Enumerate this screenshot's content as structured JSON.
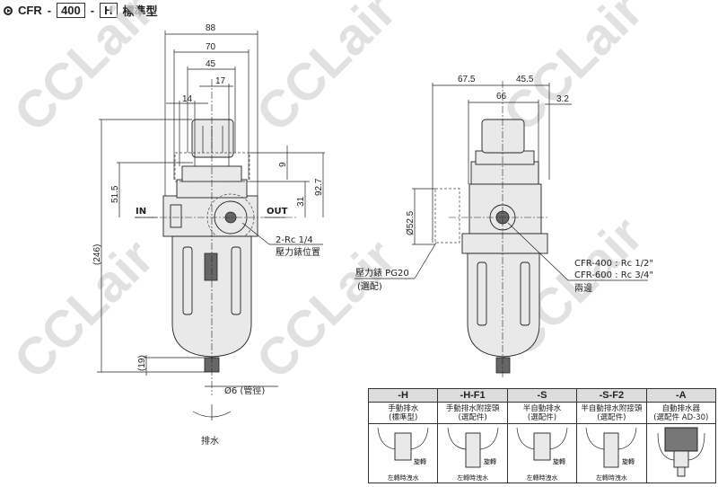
{
  "title": {
    "prefix": "CFR",
    "model": "400",
    "type": "H",
    "type_name": "標準型",
    "sep": "-"
  },
  "watermark": "CCLair",
  "front_view": {
    "dims": {
      "w88": "88",
      "w70": "70",
      "w45": "45",
      "w17": "17",
      "w14": "14",
      "h9": "9",
      "h92_7": "92.7",
      "h31": "31",
      "h51_5": "51.5",
      "h246": "(246)",
      "h19": "(19)"
    },
    "in_label": "IN",
    "out_label": "OUT",
    "port_label": "2-Rc 1/4",
    "gauge_pos_label": "壓力錶位置",
    "tube_label": "Ø6 (管徑)",
    "drain_label": "排水"
  },
  "side_view": {
    "dims": {
      "w67_5": "67.5",
      "w45_5": "45.5",
      "w66": "66",
      "w3_2": "3.2",
      "d52_5": "Ø52.5"
    },
    "gauge_label": "壓力錶 PG20",
    "gauge_note": "(選配)",
    "port_400": "CFR-400 : Rc 1/2\"",
    "port_600": "CFR-600 : Rc 3/4\"",
    "port_note": "兩邊"
  },
  "drain_table": {
    "columns": [
      {
        "code": "-H",
        "desc1": "手動排水",
        "desc2": "(標準型)",
        "rotate": "旋轉",
        "note": "左轉時洩水"
      },
      {
        "code": "-H-F1",
        "desc1": "手動排水附接頭",
        "desc2": "(選配件)",
        "rotate": "旋轉",
        "note": "左轉時洩水"
      },
      {
        "code": "-S",
        "desc1": "半自動排水",
        "desc2": "(選配件)",
        "rotate": "旋轉",
        "note": "左轉時洩水"
      },
      {
        "code": "-S-F2",
        "desc1": "半自動排水附接頭",
        "desc2": "(選配件)",
        "rotate": "旋轉",
        "note": "左轉時洩水"
      },
      {
        "code": "-A",
        "desc1": "自動排水器",
        "desc2": "(選配件 AD-30)"
      }
    ]
  }
}
